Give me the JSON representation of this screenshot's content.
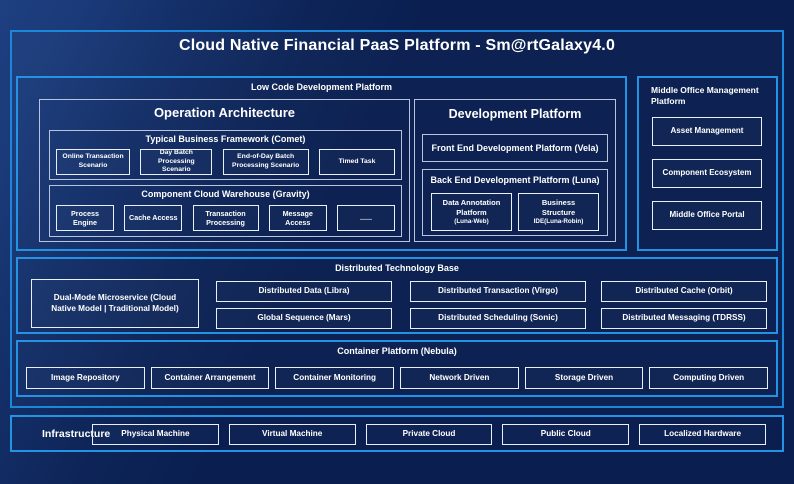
{
  "title": "Cloud Native Financial PaaS Platform - Sm@rtGalaxy4.0",
  "colors": {
    "background": "#0A1F50",
    "frame_border": "#1C86D8",
    "panel_border": "#2593E3",
    "mid_box_border": "#B7C4DC",
    "leaf_box_border": "#E9EFF9",
    "text": "#FFFFFF"
  },
  "low_code": {
    "label": "Low Code Development Platform",
    "operation_architecture": {
      "title": "Operation Architecture",
      "typical_framework": {
        "label": "Typical Business Framework (Comet)",
        "items": [
          "Online Transaction Scenario",
          "Day Batch Processing Scenario",
          "End-of-Day Batch Processing Scenario",
          "Timed Task"
        ]
      },
      "component_warehouse": {
        "label": "Component Cloud Warehouse (Gravity)",
        "items": [
          "Process Engine",
          "Cache Access",
          "Transaction Processing",
          "Message Access",
          "......"
        ]
      }
    },
    "development_platform": {
      "title": "Development Platform",
      "front_end": "Front End Development Platform (Vela)",
      "back_end": {
        "label": "Back End Development Platform (Luna)",
        "items": [
          [
            "Data Annotation",
            "Platform",
            "(Luna-Web)"
          ],
          [
            "Business",
            "Structure",
            "IDE(Luna-Robin)"
          ]
        ]
      }
    }
  },
  "middle_office": {
    "label": "Middle Office Management Platform",
    "items": [
      "Asset Management",
      "Component Ecosystem",
      "Middle Office Portal"
    ]
  },
  "distributed": {
    "label": "Distributed Technology Base",
    "dual_mode": "Dual-Mode Microservice (Cloud Native Model | Traditional Model)",
    "items": [
      "Distributed Data (Libra)",
      "Global Sequence (Mars)",
      "Distributed Transaction (Virgo)",
      "Distributed Scheduling (Sonic)",
      "Distributed Cache (Orbit)",
      "Distributed Messaging (TDRSS)"
    ]
  },
  "container": {
    "label": "Container Platform (Nebula)",
    "items": [
      "Image Repository",
      "Container Arrangement",
      "Container Monitoring",
      "Network Driven",
      "Storage Driven",
      "Computing Driven"
    ]
  },
  "infrastructure": {
    "label": "Infrastructure",
    "items": [
      "Physical Machine",
      "Virtual Machine",
      "Private Cloud",
      "Public Cloud",
      "Localized Hardware"
    ]
  }
}
